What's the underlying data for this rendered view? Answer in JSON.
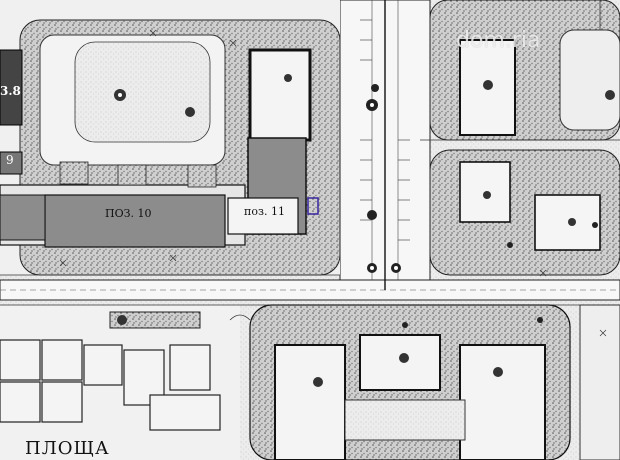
{
  "plan": {
    "labels": {
      "pos10": "ПОЗ. 10",
      "pos11": "поз. 11",
      "pos9": "9",
      "pos8": "3.8",
      "square": "ПЛОЩА"
    },
    "watermark": "dom.ria",
    "colors": {
      "paper": "#f2f2f2",
      "building_gray": "#8c8c8c",
      "stipple": "#d8d8d8",
      "lines": "#111111"
    }
  }
}
